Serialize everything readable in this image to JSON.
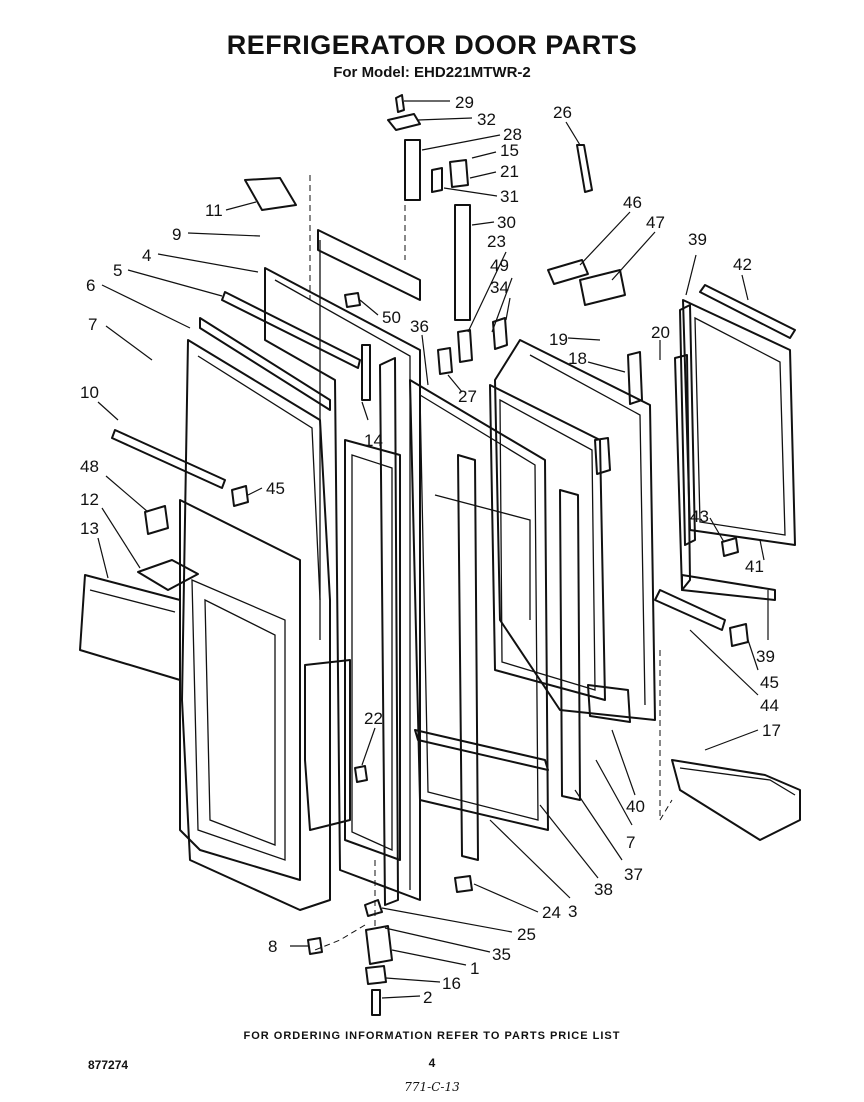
{
  "header": {
    "title": "REFRIGERATOR DOOR PARTS",
    "subtitle": "For Model: EHD221MTWR-2"
  },
  "footer": {
    "ordering_note": "FOR ORDERING INFORMATION REFER TO PARTS PRICE LIST",
    "doc_code": "877274",
    "page_number": "4",
    "handwritten_code": "771-C-13"
  },
  "callouts": [
    "29",
    "32",
    "28",
    "15",
    "21",
    "31",
    "30",
    "23",
    "49",
    "34",
    "26",
    "46",
    "47",
    "39",
    "42",
    "11",
    "9",
    "4",
    "5",
    "6",
    "7",
    "50",
    "36",
    "27",
    "19",
    "20",
    "18",
    "10",
    "14",
    "48",
    "45",
    "12",
    "13",
    "43",
    "41",
    "39",
    "45",
    "44",
    "17",
    "22",
    "40",
    "7",
    "37",
    "38",
    "3",
    "24",
    "25",
    "8",
    "35",
    "1",
    "16",
    "2"
  ]
}
